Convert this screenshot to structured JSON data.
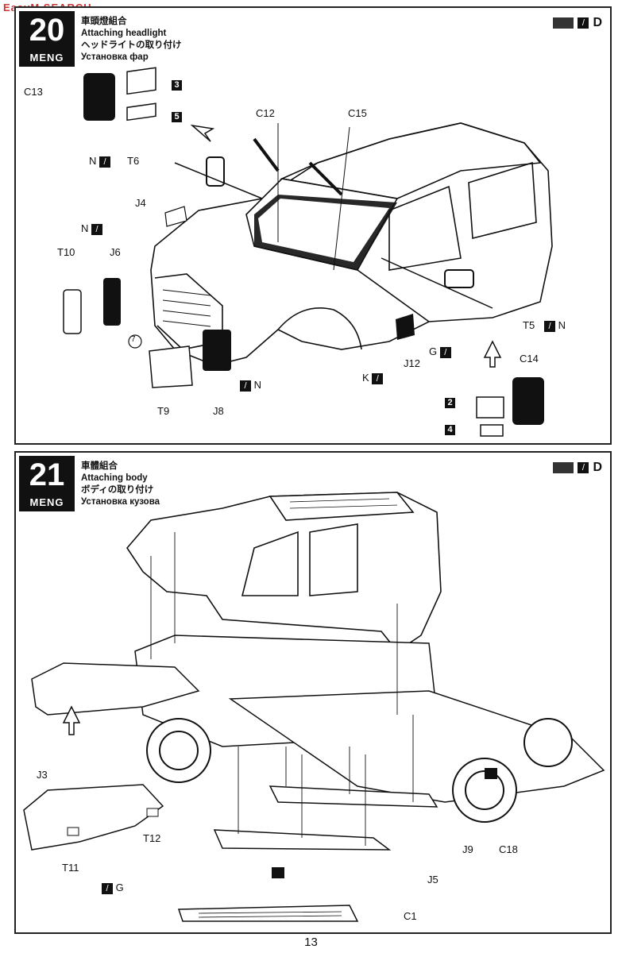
{
  "watermark": "EasyM SEARCH",
  "page_number": "13",
  "step20": {
    "number": "20",
    "brand": "MENG",
    "title_cn": "車頭燈組合",
    "title_en": "Attaching headlight",
    "title_jp": "ヘッドライトの取り付け",
    "title_ru": "Установка фар",
    "labels": {
      "c13": "C13",
      "b3": "3",
      "b5": "5",
      "c12": "C12",
      "c15": "C15",
      "t6": "T6",
      "n1": "N",
      "j4": "J4",
      "n2": "N",
      "t10": "T10",
      "j6": "J6",
      "seven": "7",
      "t9": "T9",
      "j8": "J8",
      "n3": "N",
      "t5": "T5",
      "n4": "N",
      "j12": "J12",
      "g1": "G",
      "k1": "K",
      "c14": "C14",
      "b2": "2",
      "b4": "4"
    }
  },
  "step21": {
    "number": "21",
    "brand": "MENG",
    "title_cn": "車體組合",
    "title_en": "Attaching body",
    "title_jp": "ボディの取り付け",
    "title_ru": "Установка кузова",
    "labels": {
      "j3": "J3",
      "t12": "T12",
      "t11": "T11",
      "g2": "G",
      "j9": "J9",
      "c18": "C18",
      "j5": "J5",
      "c1": "C1"
    }
  },
  "paint_mark": "D"
}
